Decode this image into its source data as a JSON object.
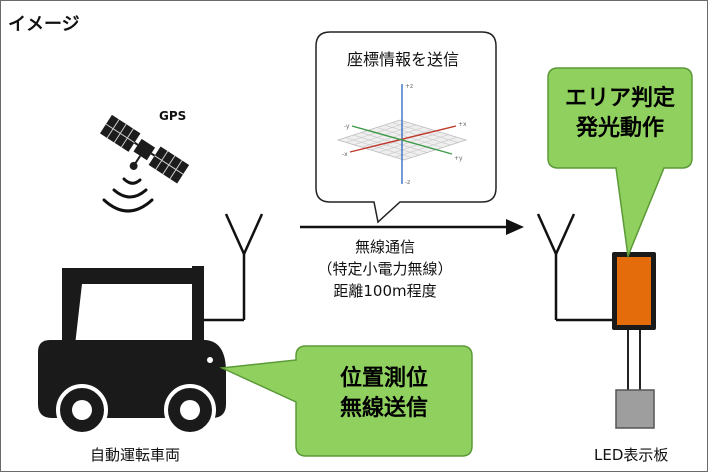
{
  "title": "イメージ",
  "gps_label": "GPS",
  "coordinate_bubble": {
    "label": "座標情報を送信"
  },
  "radio_text": {
    "line1": "無線通信",
    "line2": "（特定小電力無線）",
    "line3": "距離100m程度"
  },
  "callout_led": {
    "line1": "エリア判定",
    "line2": "発光動作"
  },
  "callout_vehicle": {
    "line1": "位置測位",
    "line2": "無線送信"
  },
  "vehicle_label": "自動運転車両",
  "led_label": "LED表示板",
  "colors": {
    "callout_fill": "#8fd05e",
    "callout_border": "#5c9a38",
    "led_panel": "#e46c0a",
    "outline": "#222222"
  }
}
